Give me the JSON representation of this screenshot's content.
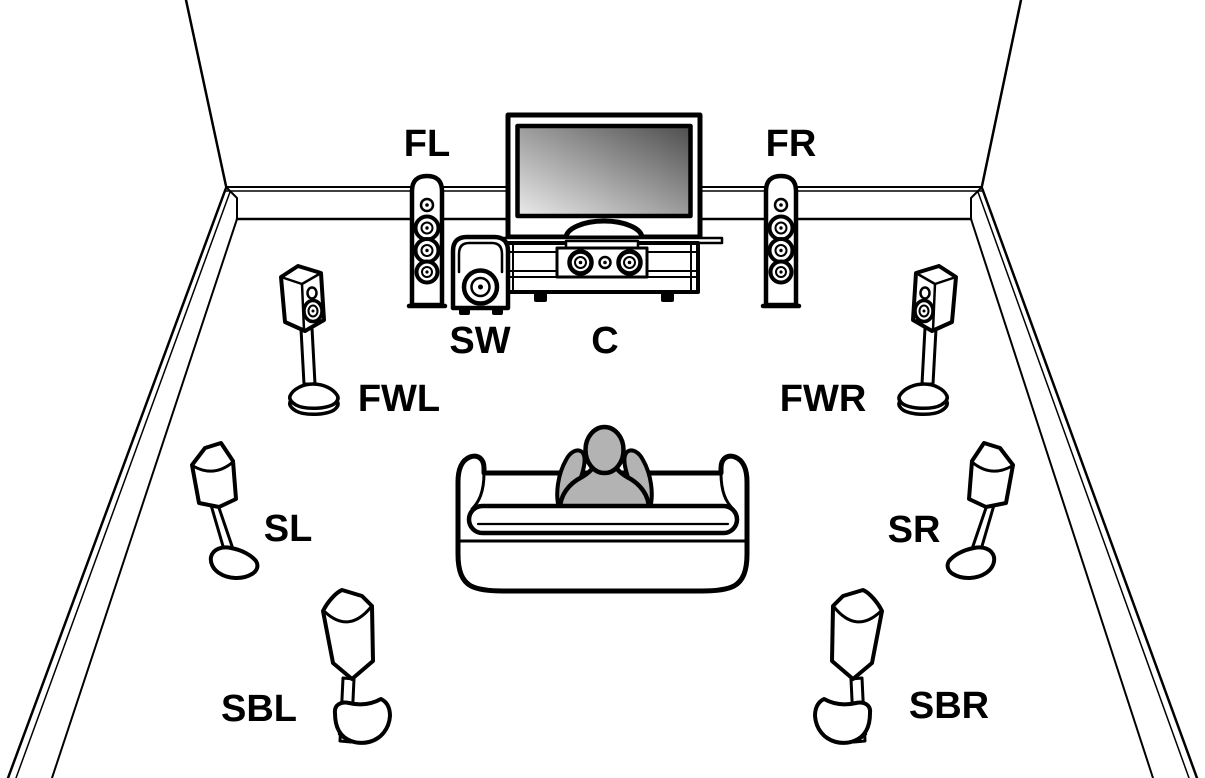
{
  "diagram": {
    "labels": {
      "front_left": "FL",
      "front_right": "FR",
      "subwoofer": "SW",
      "center": "C",
      "front_wide_left": "FWL",
      "front_wide_right": "FWR",
      "surround_left": "SL",
      "surround_right": "SR",
      "surround_back_left": "SBL",
      "surround_back_right": "SBR"
    },
    "colors": {
      "outline": "#000000",
      "background": "#ffffff",
      "listener_fill": "#b3b3b3",
      "screen_gradient_start": "#ebebeb",
      "screen_gradient_end": "#4e4e4e"
    }
  }
}
